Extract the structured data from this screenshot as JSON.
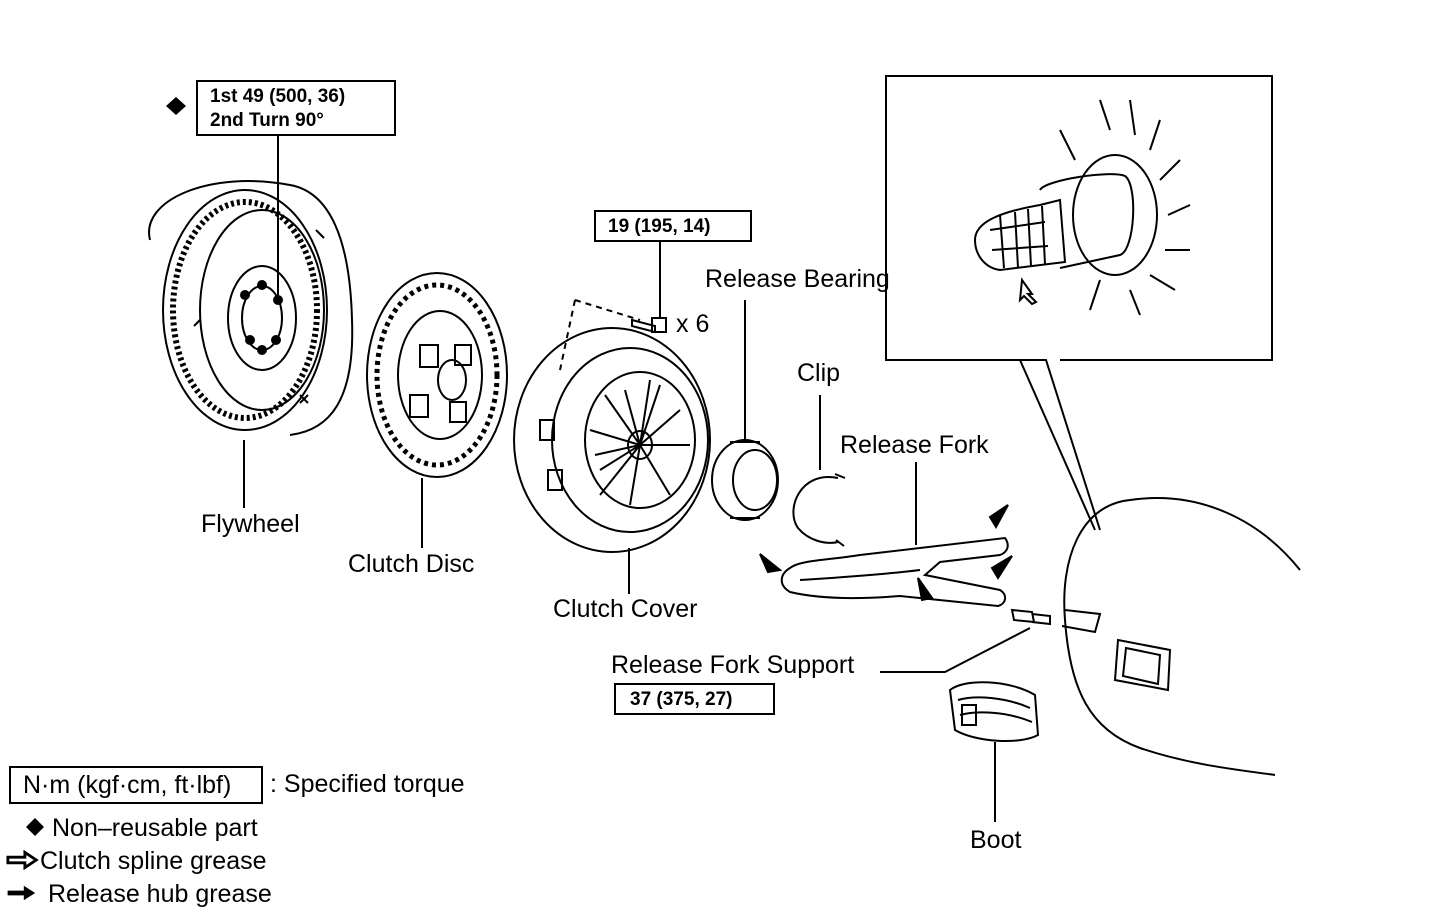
{
  "labels": {
    "flywheel": "Flywheel",
    "clutch_disc": "Clutch Disc",
    "clutch_cover": "Clutch Cover",
    "release_bearing": "Release Bearing",
    "clip": "Clip",
    "release_fork": "Release Fork",
    "release_fork_support": "Release Fork Support",
    "boot": "Boot",
    "bolt_count": "x 6"
  },
  "torque_boxes": {
    "flywheel_bolt_line1": "1st 49 (500, 36)",
    "flywheel_bolt_line2": "2nd Turn 90°",
    "cover_bolt": "19 (195, 14)",
    "fork_support": "37 (375, 27)"
  },
  "legend": {
    "torque_units": "N·m (kgf·cm, ft·lbf)",
    "torque_desc": ": Specified torque",
    "non_reusable": "Non–reusable part",
    "spline_grease": "Clutch spline grease",
    "hub_grease": "Release hub grease"
  }
}
